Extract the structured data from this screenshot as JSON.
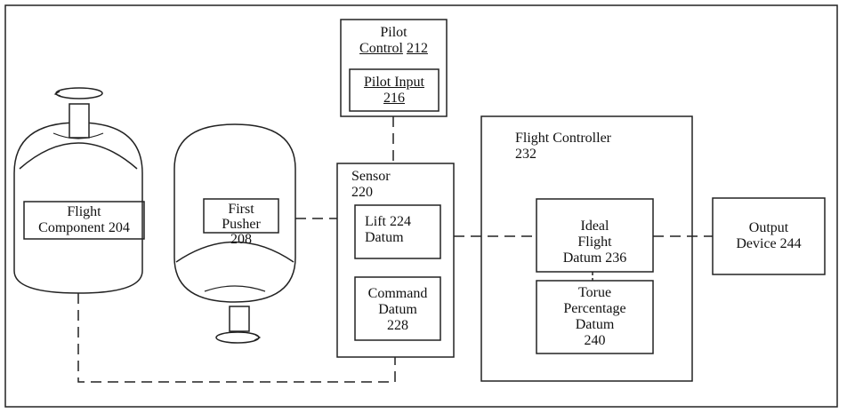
{
  "diagram": {
    "pilot_control": {
      "name": "Pilot",
      "name2": "Control",
      "number": "212"
    },
    "pilot_input": {
      "name": "Pilot Input",
      "number": "216"
    },
    "flight_component": {
      "name": "Flight",
      "name2": "Component 204"
    },
    "first_pusher": {
      "name": "First",
      "name2": "Pusher",
      "number": "208"
    },
    "sensor": {
      "name": "Sensor",
      "number": "220"
    },
    "lift_datum": {
      "name": "Lift",
      "number": "224",
      "name2": "Datum"
    },
    "command_datum": {
      "name": "Command",
      "name2": "Datum",
      "number": "228"
    },
    "flight_controller": {
      "name": "Flight Controller",
      "number": "232"
    },
    "ideal_flight_datum": {
      "name": "Ideal",
      "name2": "Flight",
      "name3": "Datum 236"
    },
    "torque_percentage_datum": {
      "name": "Torue",
      "name2": "Percentage",
      "name3": "Datum",
      "number": "240"
    },
    "output_device": {
      "name": "Output",
      "name2": "Device 244"
    }
  }
}
